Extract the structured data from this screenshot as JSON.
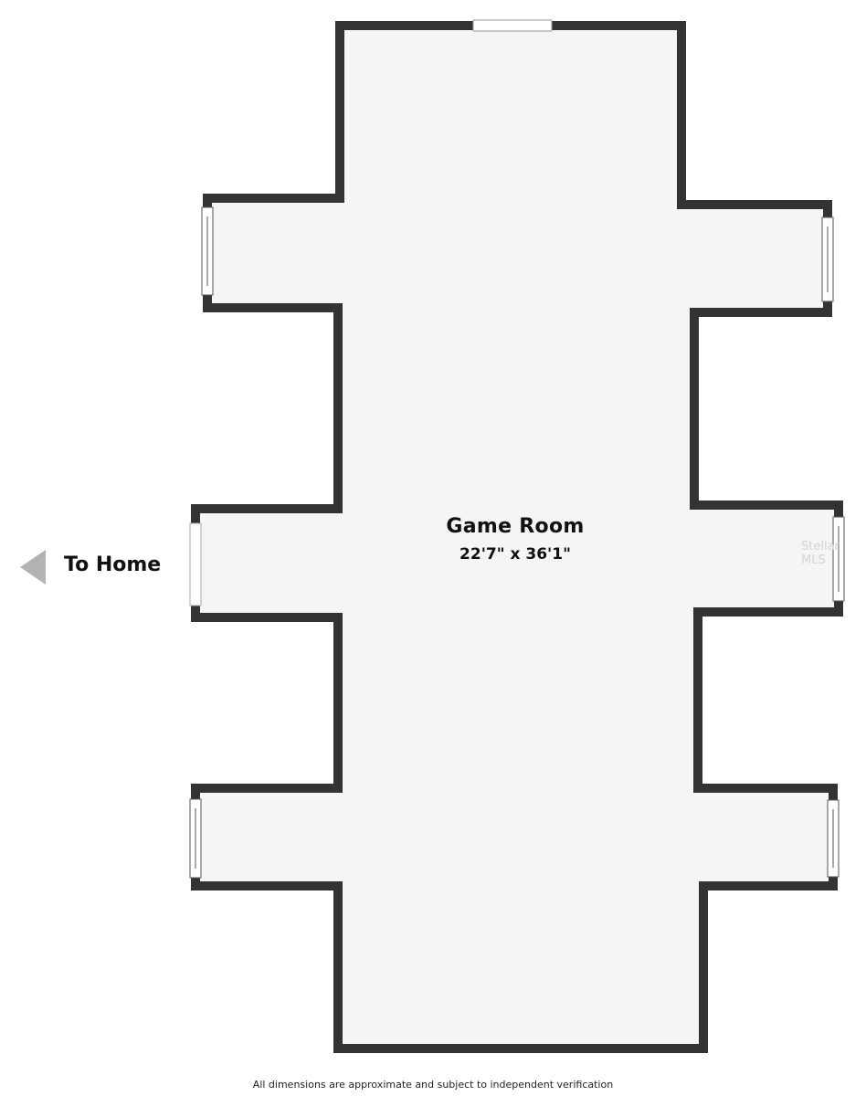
{
  "room": {
    "name": "Game Room",
    "dimensions": "22'7\" x 36'1\""
  },
  "exit": {
    "label": "To Home",
    "direction": "left"
  },
  "footer": {
    "note": "All dimensions are approximate and subject to independent verification"
  },
  "watermark": {
    "text": "Stellar MLS"
  },
  "colors": {
    "wall": "#333333",
    "floor": "#f5f5f5",
    "arrow": "#b3b3b3",
    "window": "#ffffff"
  }
}
